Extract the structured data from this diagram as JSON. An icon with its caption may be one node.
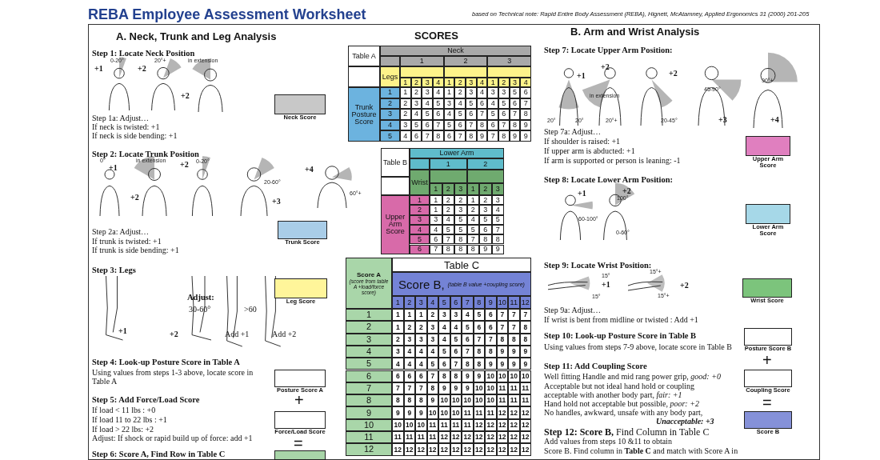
{
  "diagram": {
    "title": "REBA Employee Assessment Worksheet",
    "nodes": [
      {
        "text": [
          "Neck Score"
        ]
      },
      {
        "text": [
          "Trunk Score"
        ]
      },
      {
        "text": [
          "Leg Score"
        ]
      },
      {
        "text": [
          "Posture Score A"
        ]
      },
      {
        "text": [
          "Force/Load Score"
        ]
      },
      {
        "text": [],
        "shape": "box"
      },
      {
        "text": [
          "Upper Arm Score"
        ]
      },
      {
        "text": [
          "Lower Arm Score"
        ]
      },
      {
        "text": [
          "Wrist Score"
        ]
      },
      {
        "text": [
          "Posture Score B"
        ]
      },
      {
        "text": [
          "Coupling Score"
        ]
      },
      {
        "text": [
          "Score B"
        ]
      }
    ],
    "edges": [],
    "labels": [
      "based on Technical note: Rapid Entire Body Assessment (REBA), Hignett, McAtamney, Applied Ergonomics 31 (2000) 201-205",
      "A. Neck, Trunk and Leg Analysis",
      "Step 1: Locate Neck Position",
      "+1",
      "0-20°",
      "+2",
      "20°+",
      "in extension",
      "+2",
      "Step 1a: Adjust…",
      "If neck is twisted: +1",
      "If neck is side bending: +1",
      "Step 2: Locate Trunk Position",
      "0°",
      "+1",
      "in extension",
      "+2",
      "+2",
      "0-20°",
      "20-60°",
      "+3",
      "+4",
      "60°+",
      "Step 2a: Adjust…",
      "If trunk is twisted: +1",
      "If trunk is side bending: +1",
      "Step 3: Legs",
      "+1",
      "+2",
      "Adjust:",
      "30-60°",
      ">60",
      "Add +1",
      "Add +2",
      "Step 4: Look-up Posture Score in Table A",
      "Using values from steps 1-3 above, locate score in Table A",
      "Step 5: Add Force/Load Score",
      "+",
      "If load < 11 lbs : +0",
      "If load 11 to 22 lbs : +1",
      "If load > 22 lbs: +2",
      "Adjust: If shock or rapid build up of force: add +1",
      "=",
      "Step 6: Score A, Find Row in Table C",
      "SCORES",
      "Table A",
      "Neck",
      "1",
      "2",
      "3",
      "Legs",
      "1",
      "2",
      "3",
      "4",
      "1",
      "2",
      "3",
      "4",
      "1",
      "2",
      "3",
      "4",
      "Trunk Posture Score",
      "1",
      "1",
      "2",
      "3",
      "4",
      "1",
      "2",
      "3",
      "4",
      "3",
      "3",
      "5",
      "6",
      "2",
      "2",
      "3",
      "4",
      "5",
      "3",
      "4",
      "5",
      "6",
      "4",
      "5",
      "6",
      "7",
      "3",
      "2",
      "4",
      "5",
      "6",
      "4",
      "5",
      "6",
      "7",
      "5",
      "6",
      "7",
      "8",
      "4",
      "3",
      "5",
      "6",
      "7",
      "5",
      "6",
      "7",
      "8",
      "6",
      "7",
      "8",
      "9",
      "5",
      "4",
      "6",
      "7",
      "8",
      "6",
      "7",
      "8",
      "9",
      "7",
      "8",
      "9",
      "9",
      "Table B",
      "Lower Arm",
      "1",
      "2",
      "Wrist",
      "1",
      "2",
      "3",
      "1",
      "2",
      "3",
      "Upper Arm Score",
      "1",
      "1",
      "2",
      "2",
      "1",
      "2",
      "3",
      "2",
      "1",
      "2",
      "3",
      "2",
      "3",
      "4",
      "3",
      "3",
      "4",
      "5",
      "4",
      "5",
      "5",
      "4",
      "4",
      "5",
      "5",
      "5",
      "6",
      "7",
      "5",
      "6",
      "7",
      "8",
      "7",
      "8",
      "8",
      "6",
      "7",
      "8",
      "8",
      "8",
      "9",
      "9",
      "Score A",
      "(score from table A +load/force score)",
      "Table C",
      "Score B,",
      "(table B value +coupling score)",
      "1",
      "2",
      "3",
      "4",
      "5",
      "6",
      "7",
      "8",
      "9",
      "10",
      "11",
      "12",
      "1",
      "1",
      "1",
      "1",
      "2",
      "3",
      "3",
      "4",
      "5",
      "6",
      "7",
      "7",
      "7",
      "2",
      "1",
      "2",
      "2",
      "3",
      "4",
      "4",
      "5",
      "6",
      "6",
      "7",
      "7",
      "8",
      "3",
      "2",
      "3",
      "3",
      "3",
      "4",
      "5",
      "6",
      "7",
      "7",
      "8",
      "8",
      "8",
      "4",
      "3",
      "4",
      "4",
      "4",
      "5",
      "6",
      "7",
      "8",
      "8",
      "9",
      "9",
      "9",
      "5",
      "4",
      "4",
      "4",
      "5",
      "6",
      "7",
      "8",
      "8",
      "9",
      "9",
      "9",
      "9",
      "6",
      "6",
      "6",
      "6",
      "7",
      "8",
      "8",
      "9",
      "9",
      "10",
      "10",
      "10",
      "10",
      "7",
      "7",
      "7",
      "7",
      "8",
      "9",
      "9",
      "9",
      "10",
      "10",
      "11",
      "11",
      "11",
      "8",
      "8",
      "8",
      "8",
      "9",
      "10",
      "10",
      "10",
      "10",
      "10",
      "11",
      "11",
      "11",
      "9",
      "9",
      "9",
      "9",
      "10",
      "10",
      "10",
      "11",
      "11",
      "11",
      "12",
      "12",
      "12",
      "10",
      "10",
      "10",
      "10",
      "11",
      "11",
      "11",
      "11",
      "12",
      "12",
      "12",
      "12",
      "12",
      "11",
      "11",
      "11",
      "11",
      "11",
      "12",
      "12",
      "12",
      "12",
      "12",
      "12",
      "12",
      "12",
      "12",
      "12",
      "12",
      "12",
      "12",
      "12",
      "12",
      "12",
      "12",
      "12",
      "12",
      "12",
      "12",
      "B. Arm and Wrist Analysis",
      "Step 7: Locate Upper Arm Position:",
      "+1",
      "20°",
      "20°",
      "+2",
      "in extension",
      "20°+",
      "+2",
      "20-45°",
      "45-90°",
      "+3",
      "90°+",
      "+4",
      "Step 7a: Adjust…",
      "If shoulder is raised: +1",
      "If upper arm is abducted: +1",
      "If arm is supported or person is leaning: -1",
      "Step 8: Locate Lower Arm Position:",
      "+1",
      "60-100°",
      "+2",
      "100°",
      "0-60°",
      "Step 9: Locate Wrist Position:",
      "15°",
      "+1",
      "15°",
      "15°+",
      "+2",
      "15°+",
      "Step 9a: Adjust…",
      "If wrist is bent from midline or twisted : Add +1",
      "Step 10: Look-up Posture Score in Table B",
      "Using values from steps 7-9 above, locate score in Table B",
      "+",
      "Step 11: Add Coupling Score",
      "Well fitting Handle and mid rang power grip, *good: +0*",
      "Acceptable but not ideal hand hold or coupling",
      "acceptable with another body part, *fair: +1*",
      "Hand hold not acceptable but possible, *poor: +2*",
      "No handles, awkward, unsafe with any body part,",
      "Unacceptable: +3",
      "=",
      "**Step 12: Score B,** Find Column in Table C",
      "Add values from steps 10 &11 to obtain",
      "Score B. Find column in **Table C** and match with Score A in"
    ]
  }
}
